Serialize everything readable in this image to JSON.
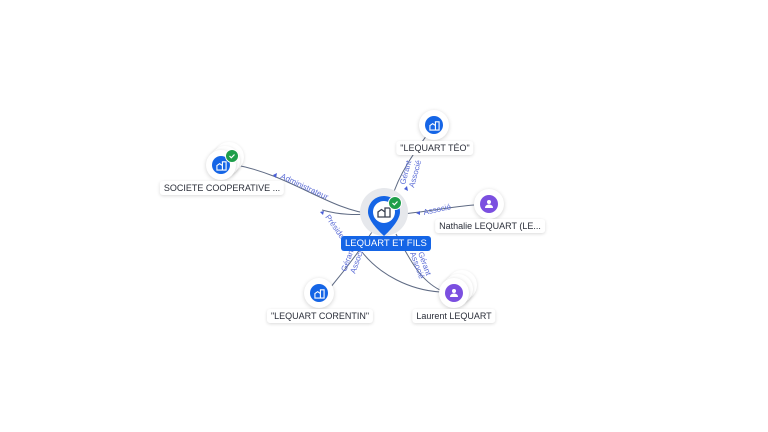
{
  "main_node": {
    "label": "LEQUART ET FILS",
    "type": "company",
    "verified": true,
    "icon": "company-icon"
  },
  "nodes": [
    {
      "id": "societe",
      "label": "SOCIETE COOPERATIVE ...",
      "type": "company",
      "verified": true,
      "stacked": true,
      "icon": "company-icon"
    },
    {
      "id": "teo",
      "label": "\"LEQUART TÉO\"",
      "type": "company",
      "verified": false,
      "stacked": false,
      "icon": "company-icon"
    },
    {
      "id": "nathalie",
      "label": "Nathalie LEQUART (LE...",
      "type": "person",
      "verified": false,
      "stacked": false,
      "icon": "person-icon"
    },
    {
      "id": "laurent",
      "label": "Laurent LEQUART",
      "type": "person",
      "verified": false,
      "stacked": true,
      "icon": "person-icon"
    },
    {
      "id": "corentin",
      "label": "\"LEQUART CORENTIN\"",
      "type": "company",
      "verified": false,
      "stacked": false,
      "icon": "company-icon"
    }
  ],
  "edges": [
    {
      "from": "societe",
      "to": "main",
      "labels": [
        "Administrateur"
      ]
    },
    {
      "from": "main",
      "to": "societe",
      "labels": [
        "Préside"
      ]
    },
    {
      "from": "main",
      "to": "teo",
      "labels": [
        "Gérant",
        "Associé"
      ]
    },
    {
      "from": "nathalie",
      "to": "main",
      "labels": [
        "Associé"
      ]
    },
    {
      "from": "laurent",
      "to": "main",
      "labels": [
        "Gérant",
        "Associé"
      ]
    },
    {
      "from": "main",
      "to": "corentin",
      "labels": [
        "Gérant",
        "Associé"
      ]
    }
  ],
  "colors": {
    "company": "#1565e6",
    "person": "#7b4fe0",
    "verified": "#1e9e4a",
    "edge": "#5f6b84",
    "edge_label": "#5b6cd6"
  }
}
